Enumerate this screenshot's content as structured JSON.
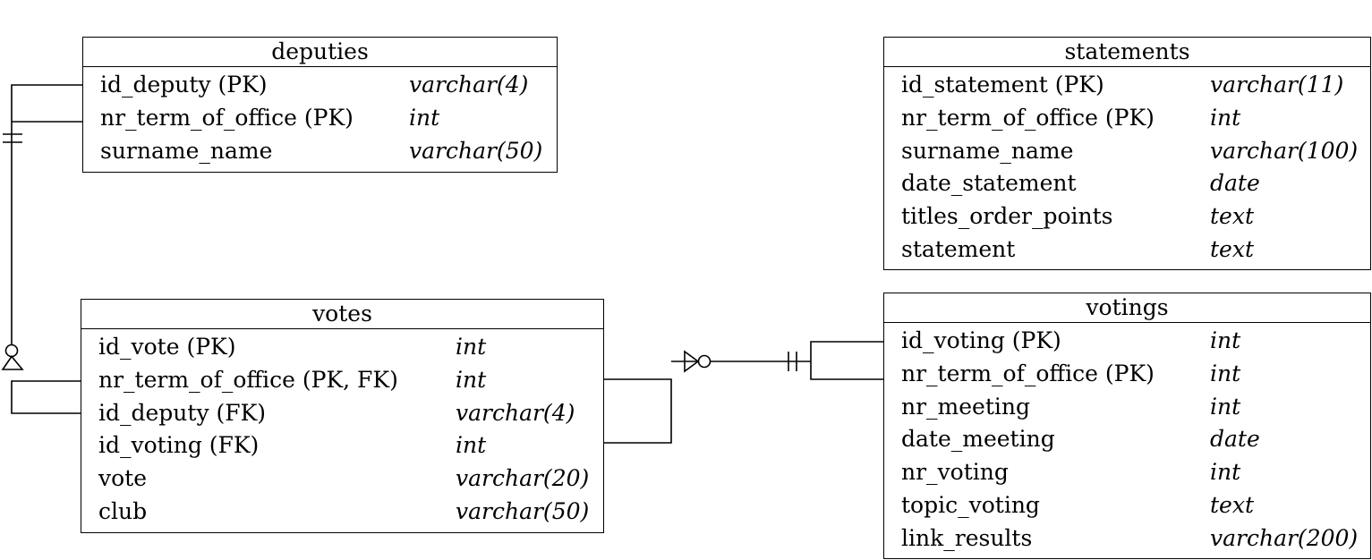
{
  "entities": {
    "deputies": {
      "title": "deputies",
      "fields": [
        {
          "name": "id_deputy (PK)",
          "type": "varchar(4)"
        },
        {
          "name": "nr_term_of_office (PK)",
          "type": "int"
        },
        {
          "name": "surname_name",
          "type": "varchar(50)"
        }
      ]
    },
    "votes": {
      "title": "votes",
      "fields": [
        {
          "name": "id_vote (PK)",
          "type": "int"
        },
        {
          "name": "nr_term_of_office (PK, FK)",
          "type": "int"
        },
        {
          "name": "id_deputy (FK)",
          "type": "varchar(4)"
        },
        {
          "name": "id_voting (FK)",
          "type": "int"
        },
        {
          "name": "vote",
          "type": "varchar(20)"
        },
        {
          "name": "club",
          "type": "varchar(50)"
        }
      ]
    },
    "statements": {
      "title": "statements",
      "fields": [
        {
          "name": "id_statement (PK)",
          "type": "varchar(11)"
        },
        {
          "name": "nr_term_of_office (PK)",
          "type": "int"
        },
        {
          "name": "surname_name",
          "type": "varchar(100)"
        },
        {
          "name": "date_statement",
          "type": "date"
        },
        {
          "name": "titles_order_points",
          "type": "text"
        },
        {
          "name": "statement",
          "type": "text"
        }
      ]
    },
    "votings": {
      "title": "votings",
      "fields": [
        {
          "name": "id_voting (PK)",
          "type": "int"
        },
        {
          "name": "nr_term_of_office (PK)",
          "type": "int"
        },
        {
          "name": "nr_meeting",
          "type": "int"
        },
        {
          "name": "date_meeting",
          "type": "date"
        },
        {
          "name": "nr_voting",
          "type": "int"
        },
        {
          "name": "topic_voting",
          "type": "text"
        },
        {
          "name": "link_results",
          "type": "varchar(200)"
        }
      ]
    }
  },
  "relationships": [
    {
      "from": "deputies",
      "to": "votes",
      "from_cardinality": "one-and-only-one",
      "to_cardinality": "zero-or-many"
    },
    {
      "from": "votings",
      "to": "votes",
      "from_cardinality": "one-and-only-one",
      "to_cardinality": "zero-or-many"
    }
  ]
}
